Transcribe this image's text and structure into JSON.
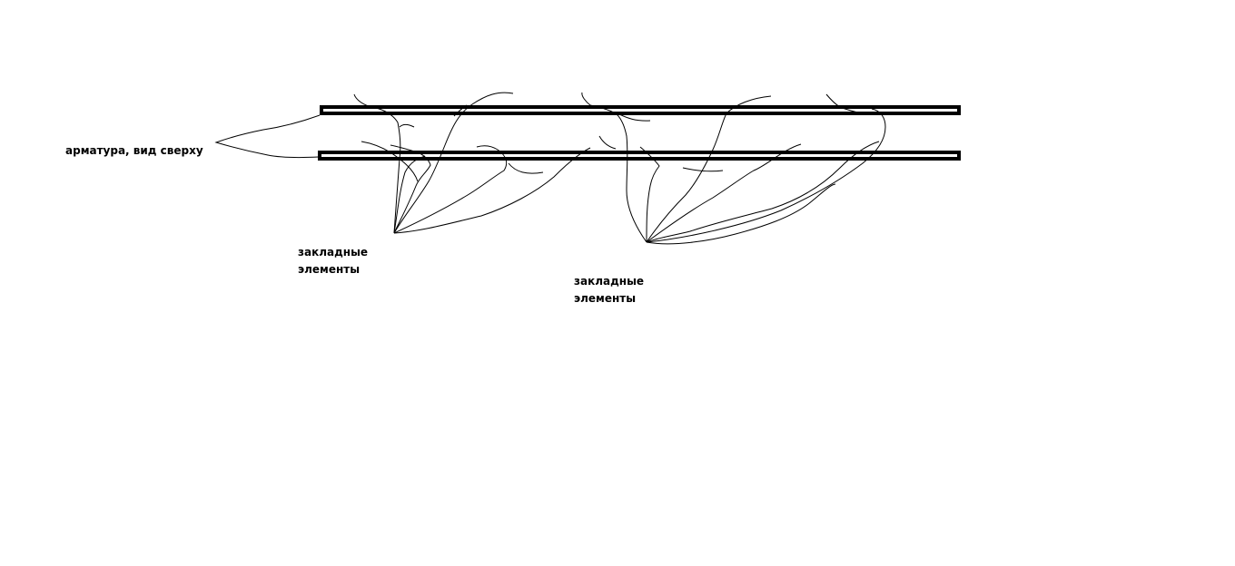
{
  "labels": {
    "rebar": "арматура, вид сверху",
    "embed_1": {
      "line1": "закладные",
      "line2": "элементы"
    },
    "embed_2": {
      "line1": "закладные",
      "line2": "элементы"
    }
  },
  "colors": {
    "ink": "#000000",
    "paper": "#ffffff"
  }
}
